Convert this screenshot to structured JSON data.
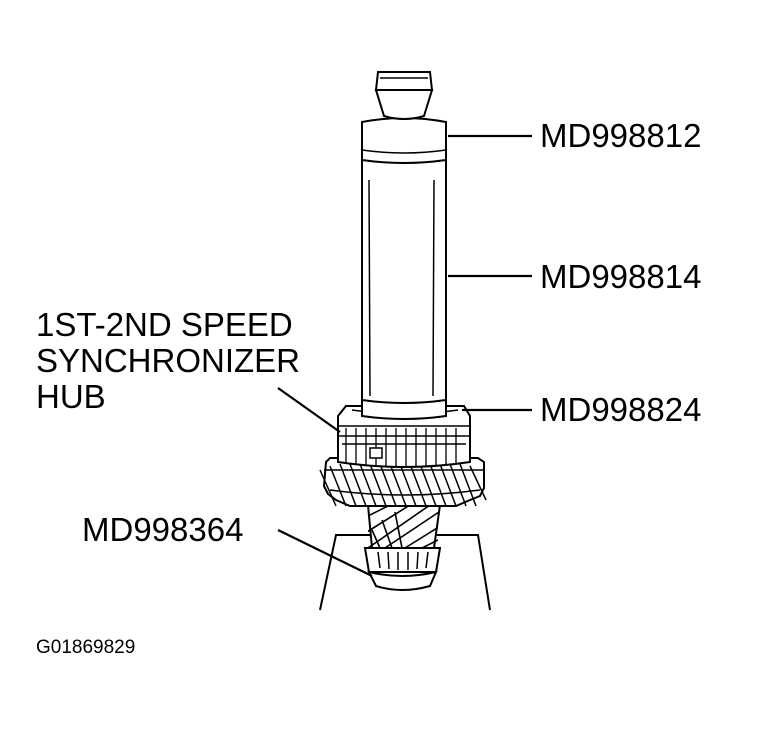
{
  "labels": {
    "md998812": "MD998812",
    "md998814": "MD998814",
    "md998824": "MD998824",
    "md998364": "MD998364",
    "hub_lines": [
      "1ST-2ND SPEED",
      "SYNCHRONIZER",
      "HUB"
    ]
  },
  "figure_id": "G01869829",
  "colors": {
    "ink": "#000000",
    "paper": "#ffffff"
  }
}
